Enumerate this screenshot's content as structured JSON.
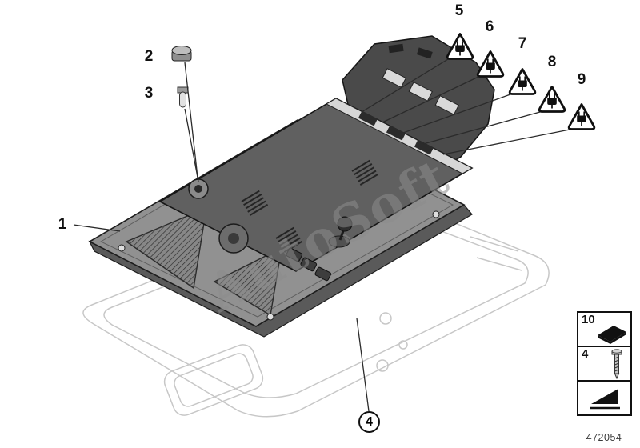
{
  "diagram": {
    "watermark": "AutoSoft",
    "part_number": "472054",
    "callouts": {
      "c1": "1",
      "c2": "2",
      "c3": "3",
      "c4": "4",
      "c5": "5",
      "c6": "6",
      "c7": "7",
      "c8": "8",
      "c9": "9",
      "c10": "10"
    },
    "icons": {
      "warning": "warning-triangle-plug-icon",
      "legend_pad": "foam-pad-icon",
      "legend_screw": "screw-icon",
      "legend_arrow": "direction-arrow-icon"
    },
    "colors": {
      "line": "#1a1a1a",
      "ghost_outline": "#c7c7c7",
      "unit_dark": "#4a4a4a",
      "unit_mid": "#606060",
      "unit_light": "#919191",
      "watermark_gray": "#8c8c8c"
    }
  }
}
